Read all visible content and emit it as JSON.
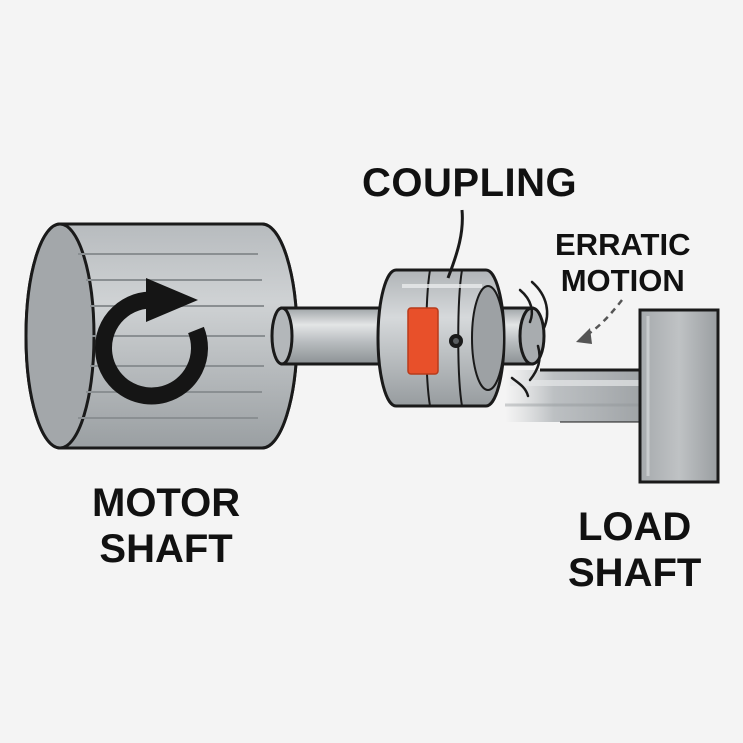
{
  "labels": {
    "coupling": "COUPLING",
    "erratic_line1": "ERRATIC",
    "erratic_line2": "MOTION",
    "motor_line1": "MOTOR",
    "motor_line2": "SHAFT",
    "load_line1": "LOAD",
    "load_line2": "SHAFT"
  },
  "icons": {
    "rotation": "rotation-arrow-icon"
  },
  "colors": {
    "background": "#f4f4f4",
    "outline": "#1a1a1a",
    "metal_light": "#c9ccce",
    "metal_mid": "#a9adb0",
    "metal_dark": "#7e8386",
    "insert": "#e8502a"
  }
}
